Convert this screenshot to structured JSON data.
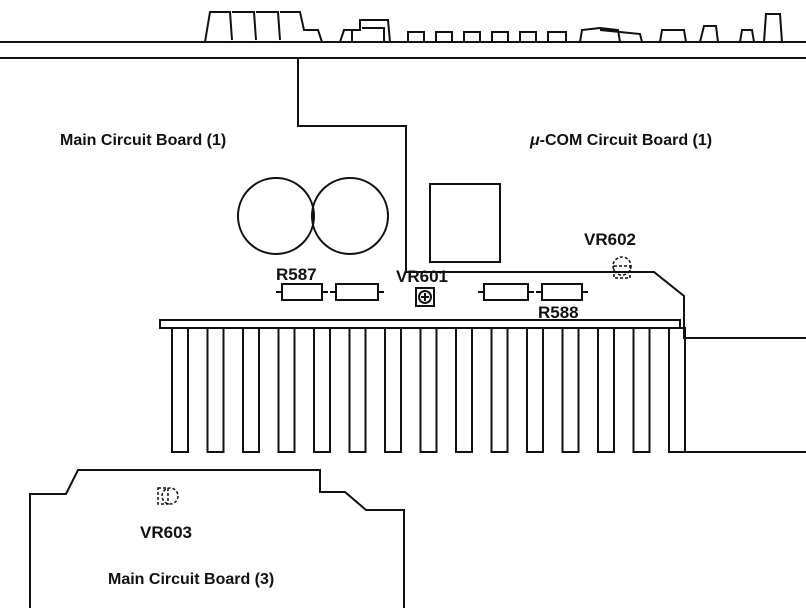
{
  "labels": {
    "main_board_1": "Main Circuit Board (1)",
    "ucom_board_prefix": "μ",
    "ucom_board_rest": "-COM Circuit Board (1)",
    "main_board_3": "Main Circuit Board (3)",
    "r587": "R587",
    "r588": "R588",
    "vr601": "VR601",
    "vr602": "VR602",
    "vr603": "VR603"
  },
  "colors": {
    "line": "#111111",
    "background": "#ffffff"
  }
}
